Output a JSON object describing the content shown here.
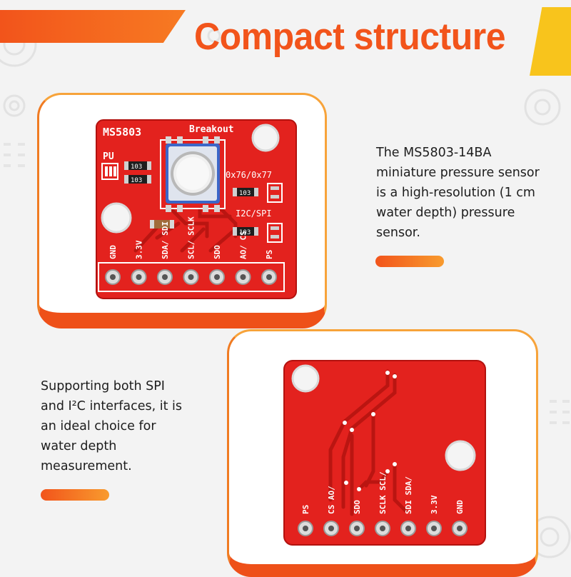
{
  "header": {
    "title": "Compact structure"
  },
  "front_board": {
    "name": "MS5803",
    "subtitle": "Breakout",
    "pu_label": "PU",
    "resistor_top": "103",
    "resistor_mid": "103",
    "addr_label": "0x76/0x77",
    "addr_resistor": "103",
    "bus_label": "I2C/SPI",
    "bus_resistor": "103",
    "pins": [
      "GND",
      "3.3V",
      "SDA/ SDI",
      "SCL/ SCLK",
      "SDO",
      "AO/ CS",
      "PS"
    ]
  },
  "back_board": {
    "pins": [
      "PS",
      "CS AO/",
      "SDO",
      "SCLK SCL/",
      "SDI SDA/",
      "3.3V",
      "GND"
    ]
  },
  "description_top": {
    "line1": "The MS5803-14BA",
    "line2": "miniature pressure sensor",
    "line3": "is a high-resolution (1 cm",
    "line4": "water depth) pressure",
    "line5": "sensor."
  },
  "description_bottom": {
    "line1": "Supporting both SPI",
    "line2": "and I²C interfaces, it is",
    "line3": "an ideal choice for",
    "line4": "water depth",
    "line5": "measurement."
  },
  "colors": {
    "accent": "#f2541b",
    "accent_light": "#f89b2e",
    "pcb": "#e3221e",
    "pcb_dark": "#c51a16"
  }
}
